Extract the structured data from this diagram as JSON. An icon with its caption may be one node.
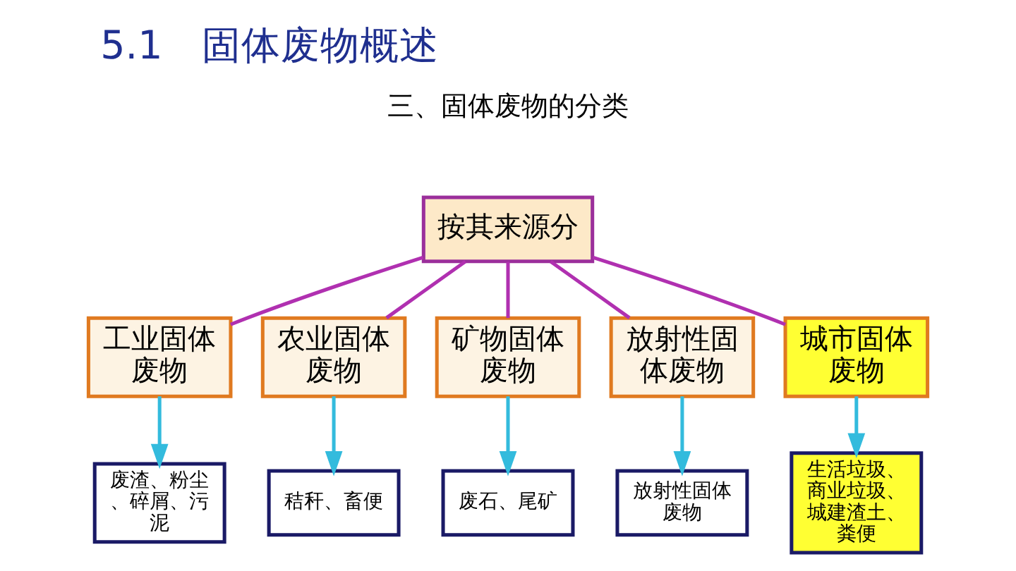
{
  "diagram": {
    "title": "5.1　固体废物概述",
    "nodes": [
      {
        "text": [
          "按其来源分"
        ]
      },
      {
        "text": [
          "工业固体废物"
        ]
      },
      {
        "text": [
          "农业固体废物"
        ]
      },
      {
        "text": [
          "矿物固体废物"
        ]
      },
      {
        "text": [
          "放射性固体废物"
        ]
      },
      {
        "text": [
          "城市固体废物"
        ]
      },
      {
        "text": [
          "废渣、粉尘、碎屑、污泥"
        ]
      },
      {
        "text": [
          "秸秆、畜便"
        ]
      },
      {
        "text": [
          "废石、尾矿"
        ]
      },
      {
        "text": [
          "放射性固体废物"
        ]
      },
      {
        "text": [
          "生活垃圾、商业垃圾、城建渣土、粪便"
        ]
      }
    ],
    "edges": [
      {
        "from": 0,
        "to": 1,
        "arrow": "none",
        "color": "#b030b0"
      },
      {
        "from": 0,
        "to": 2,
        "arrow": "none",
        "color": "#b030b0"
      },
      {
        "from": 0,
        "to": 3,
        "arrow": "none",
        "color": "#b030b0"
      },
      {
        "from": 0,
        "to": 4,
        "arrow": "none",
        "color": "#b030b0"
      },
      {
        "from": 0,
        "to": 5,
        "arrow": "none",
        "color": "#b030b0"
      },
      {
        "from": 1,
        "to": 6,
        "arrow": "to",
        "color": "#33bbdd"
      },
      {
        "from": 2,
        "to": 7,
        "arrow": "to",
        "color": "#33bbdd"
      },
      {
        "from": 3,
        "to": 8,
        "arrow": "to",
        "color": "#33bbdd"
      },
      {
        "from": 4,
        "to": 9,
        "arrow": "to",
        "color": "#33bbdd"
      },
      {
        "from": 5,
        "to": 10,
        "arrow": "to",
        "color": "#33bbdd"
      }
    ],
    "labels": [
      "三、固体废物的分类"
    ]
  }
}
